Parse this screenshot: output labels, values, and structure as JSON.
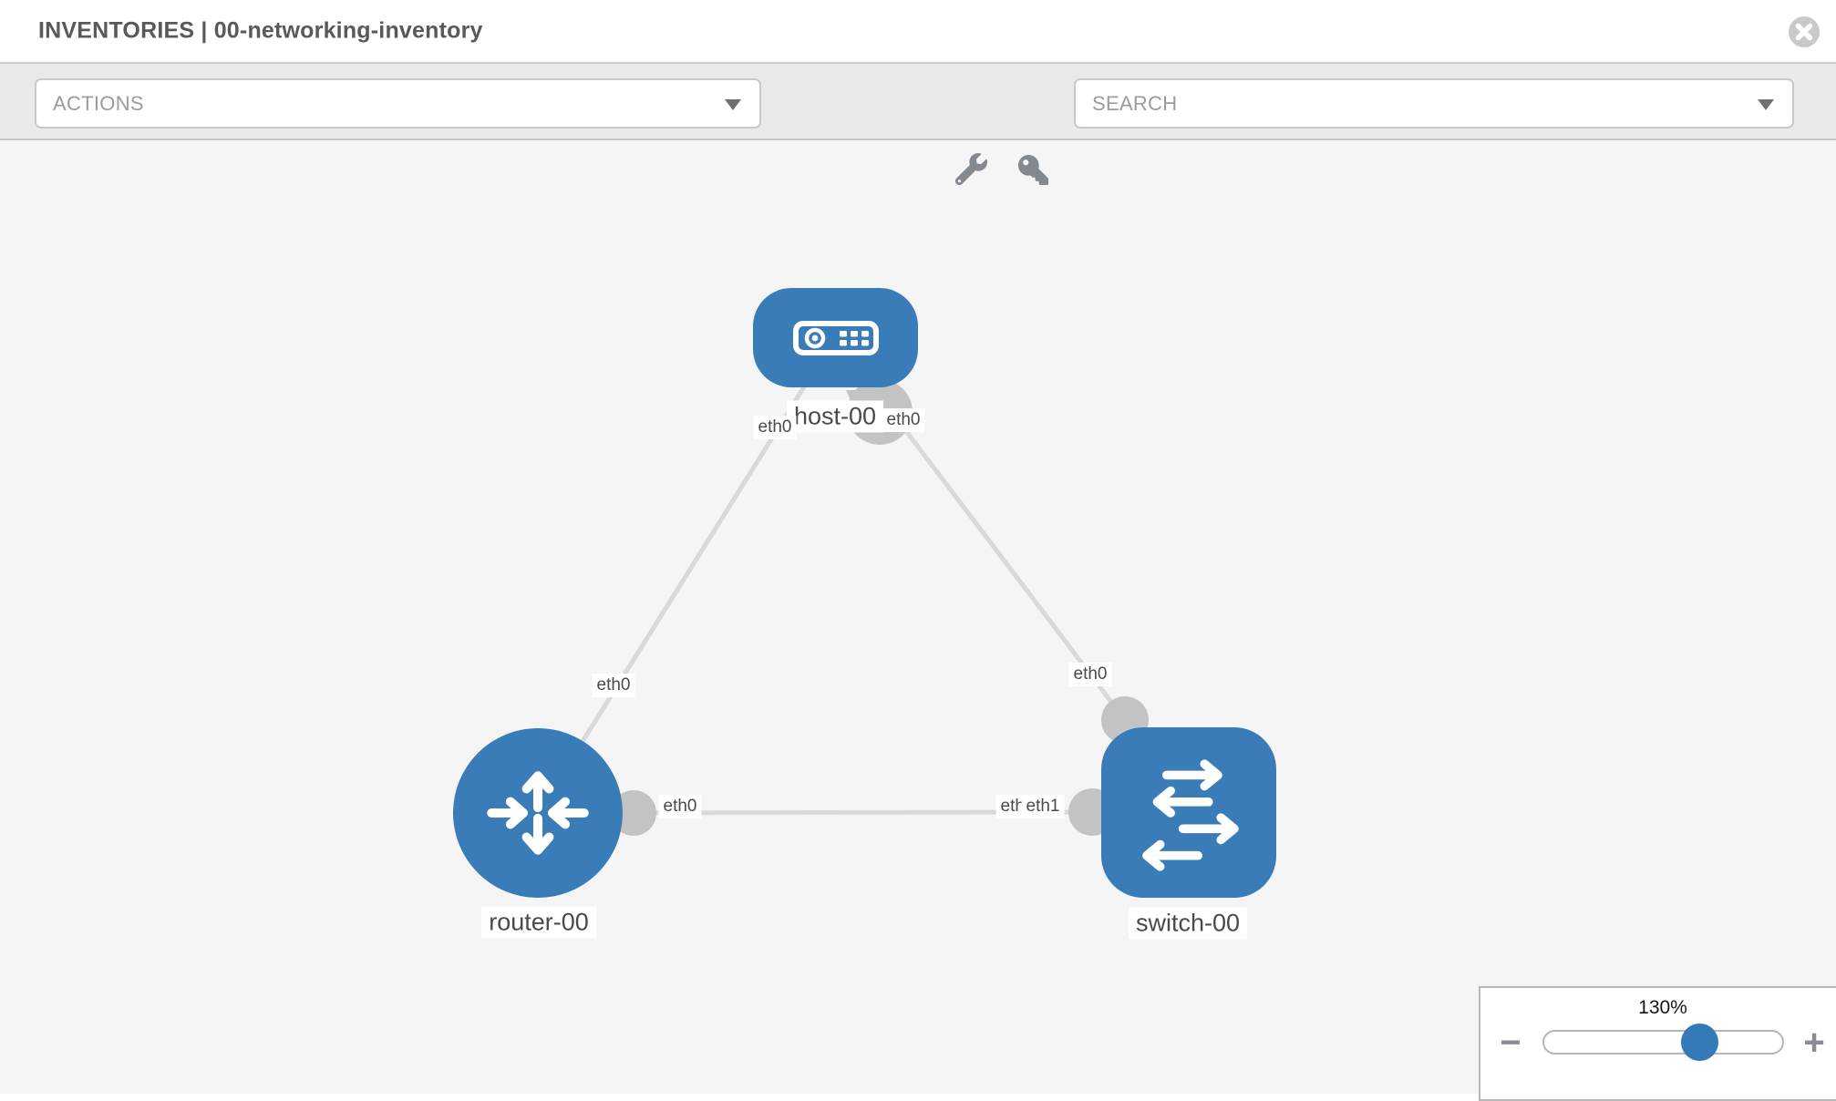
{
  "header": {
    "title": "INVENTORIES | 00-networking-inventory"
  },
  "toolbar": {
    "actions_label": "ACTIONS",
    "search_label": "SEARCH",
    "icons": [
      "wrench-icon",
      "key-icon"
    ]
  },
  "canvas": {
    "nodes": {
      "host": {
        "label": "host-00",
        "type": "host"
      },
      "router": {
        "label": "router-00",
        "type": "router"
      },
      "switch": {
        "label": "switch-00",
        "type": "switch"
      }
    },
    "ifaces": {
      "host_to_router": "eth0",
      "host_to_switch": "eth0",
      "router_from_host": "eth0",
      "switch_from_host": "eth0",
      "router_to_switch": "eth0",
      "switch_overlap_hidden": "eth0",
      "switch_to_router": "eth1"
    },
    "links": [
      {
        "source": "host-00",
        "source_interface": "eth0",
        "target": "router-00",
        "target_interface": "eth0"
      },
      {
        "source": "host-00",
        "source_interface": "eth0",
        "target": "switch-00",
        "target_interface": "eth0"
      },
      {
        "source": "router-00",
        "source_interface": "eth0",
        "target": "switch-00",
        "target_interface": "eth1"
      }
    ]
  },
  "zoom": {
    "level": "130%",
    "minus": "−",
    "plus": "+"
  },
  "colors": {
    "node_blue": "#3a7cb8",
    "accent_blue": "#337ab7",
    "link_gray": "#d9d9d9",
    "connector_gray": "#c3c3c3",
    "toolbar_gray": "#e9e9e9",
    "canvas_gray": "#f5f5f5"
  }
}
